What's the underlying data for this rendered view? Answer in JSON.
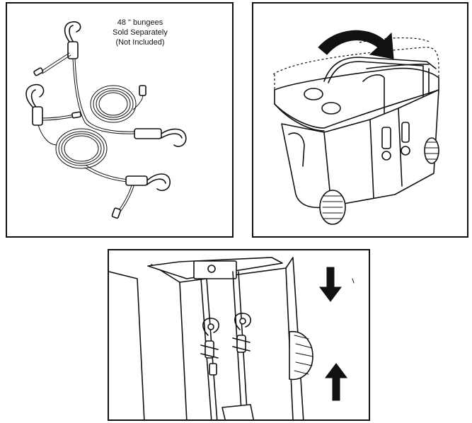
{
  "bungee_note": {
    "line1": "48 \" bungees",
    "line2": "Sold Separately",
    "line3": "(Not Included)"
  }
}
